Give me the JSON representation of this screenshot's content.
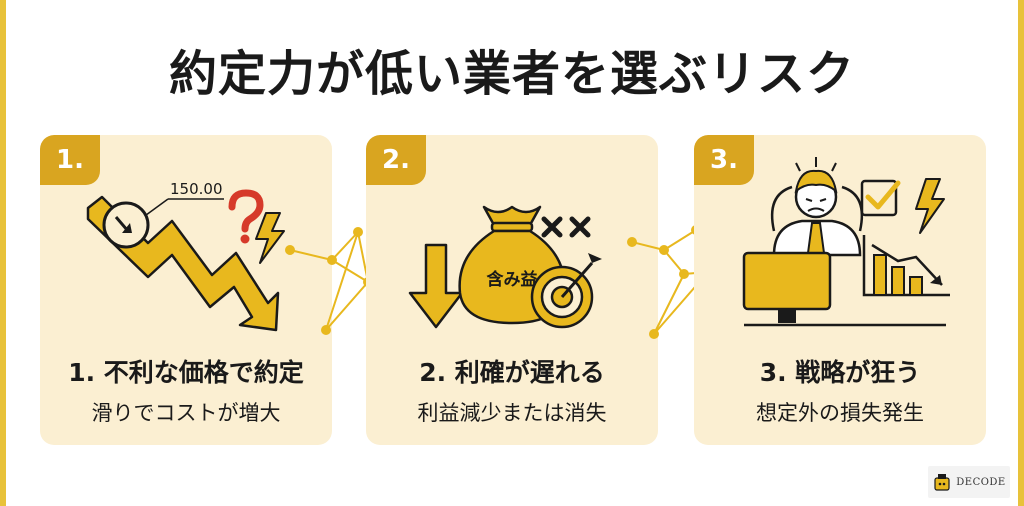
{
  "title": "約定力が低い業者を選ぶリスク",
  "steps": [
    {
      "badge": "1.",
      "title": "1. 不利な価格で約定",
      "subtitle": "滑りでコストが増大",
      "price_label": "150.00"
    },
    {
      "badge": "2.",
      "title": "2. 利確が遅れる",
      "subtitle": "利益減少または消失",
      "bag_label": "含み益"
    },
    {
      "badge": "3.",
      "title": "3. 戦略が狂う",
      "subtitle": "想定外の損失発生"
    }
  ],
  "brand": {
    "name": "DECODE"
  },
  "colors": {
    "accent": "#e8b81e",
    "badge": "#d9a520",
    "card_bg": "#fbefd2",
    "text": "#1a1a1a",
    "alert_red": "#d63a2a"
  },
  "icons": [
    "down-trend-arrow-icon",
    "question-mark-icon",
    "lightning-icon",
    "money-bag-icon",
    "down-arrow-icon",
    "target-icon",
    "x-marks-icon",
    "stressed-person-icon",
    "monitor-icon",
    "checkbox-icon",
    "declining-bar-chart-icon"
  ]
}
